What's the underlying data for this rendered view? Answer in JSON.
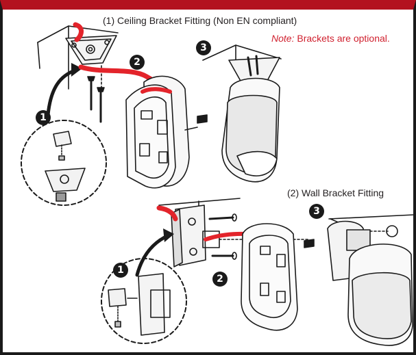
{
  "header": {
    "bar_color": "#b3121f"
  },
  "section1": {
    "title": "(1) Ceiling Bracket Fitting (Non EN compliant)",
    "note_label": "Note:",
    "note_text": " Brackets are optional."
  },
  "section2": {
    "title": "(2) Wall Bracket Fitting"
  },
  "steps": [
    "1",
    "2",
    "3"
  ],
  "colors": {
    "cable": "#e3242b",
    "outline": "#1a1a1a",
    "shade": "#cfcfcf",
    "accent": "#d0202e"
  }
}
